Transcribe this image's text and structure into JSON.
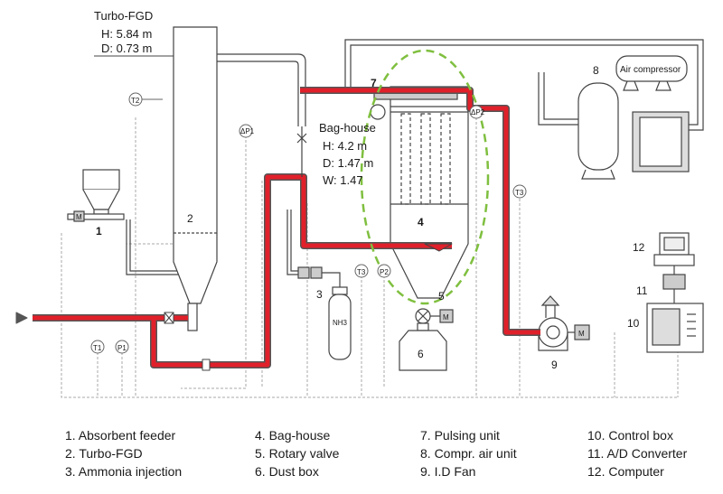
{
  "turbo_fgd": {
    "title": "Turbo-FGD",
    "height": "H: 5.84 m",
    "diameter": "D: 0.73 m"
  },
  "baghouse": {
    "title": "Bag-house",
    "height": "H: 4.2 m",
    "diameter": "D: 1.47 m",
    "width": "W: 1.47"
  },
  "air_compressor_label": "Air compressor",
  "nh3_label": "NH3",
  "sensors": {
    "t1": "T1",
    "p1": "P1",
    "t2": "T2",
    "t3_left": "T3",
    "p2": "P2",
    "t3_right": "T3",
    "dp1": "ΔP1",
    "dp2": "ΔP2"
  },
  "motor_label": "M",
  "component_numbers": [
    "1",
    "2",
    "3",
    "4",
    "5",
    "6",
    "7",
    "8",
    "9",
    "10",
    "11",
    "12"
  ],
  "legend": [
    [
      "1. Absorbent feeder",
      "2. Turbo-FGD",
      "3. Ammonia injection"
    ],
    [
      "4. Bag-house",
      "5. Rotary valve",
      "6. Dust box"
    ],
    [
      "7. Pulsing unit",
      "8. Compr. air unit",
      "9. I.D Fan"
    ],
    [
      "10. Control box",
      "11. A/D Converter",
      "12. Computer"
    ]
  ],
  "colors": {
    "gas_flow": "#e0202a",
    "gas_outline": "#555555",
    "boundary": "#7fbf3f",
    "signal": "#aaaaaa"
  }
}
